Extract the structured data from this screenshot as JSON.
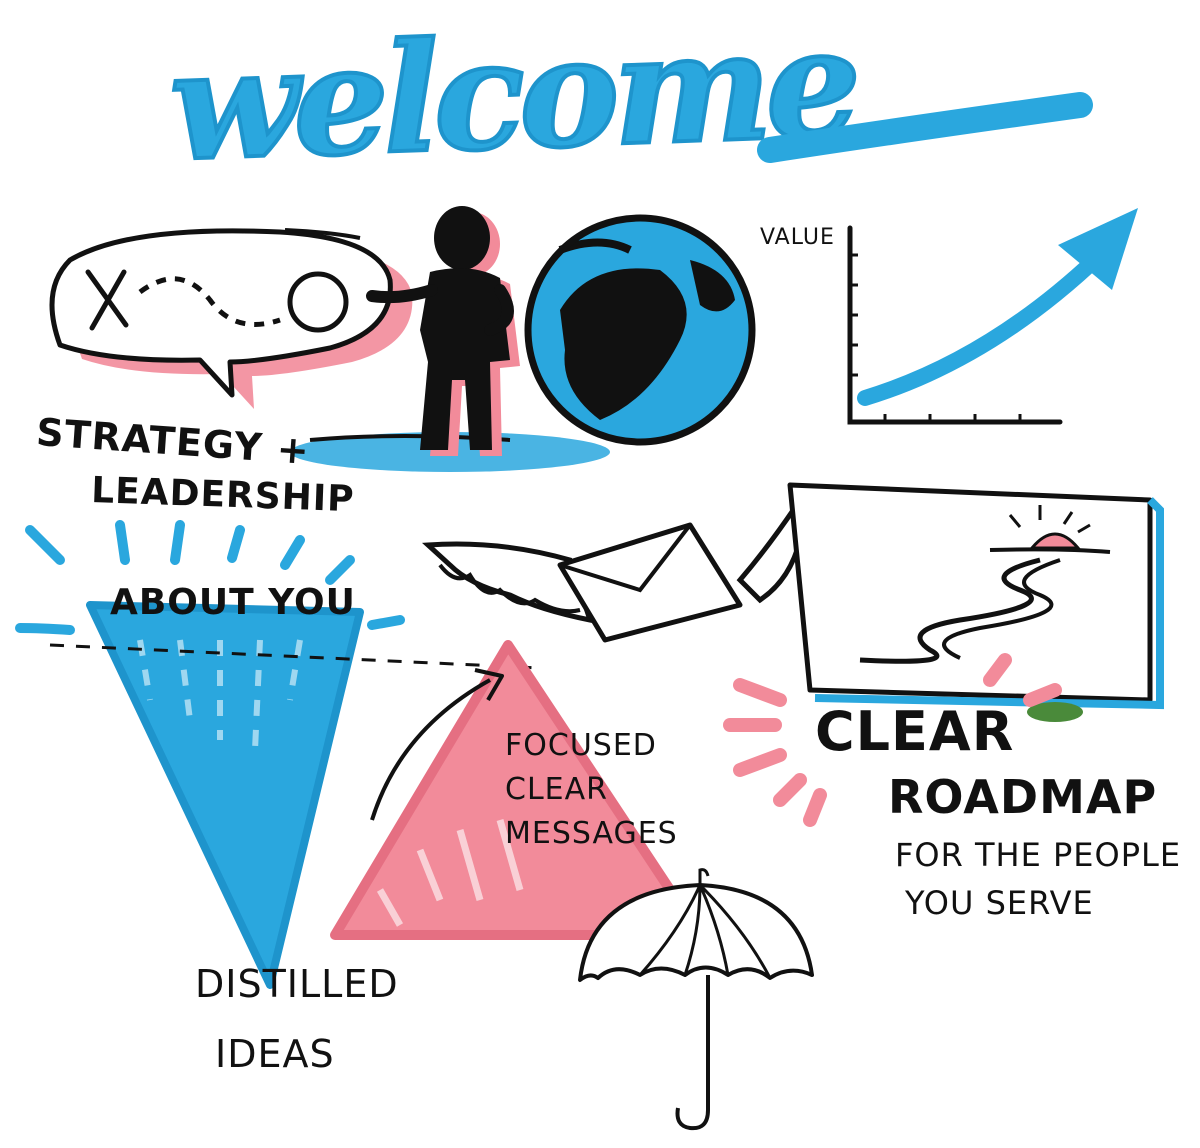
{
  "title": "welcome",
  "labels": {
    "strategy_line1": "STRATEGY +",
    "strategy_line2": "LEADERSHIP",
    "about_you": "ABOUT YOU",
    "value": "VALUE",
    "focused_line1": "FOCUSED",
    "focused_line2": "CLEAR",
    "focused_line3": "MESSAGES",
    "clear": "CLEAR",
    "roadmap": "ROADMAP",
    "people_line1": "FOR THE PEOPLE",
    "people_line2": "YOU SERVE",
    "distilled_line1": "DISTILLED",
    "distilled_line2": "IDEAS",
    "bubble_x": "X",
    "bubble_o": "O"
  },
  "colors": {
    "blue": "#2aa7de",
    "pink": "#f28b9a",
    "ink": "#111111",
    "green": "#4a8a3a"
  },
  "icons": [
    "speech-bubble-icon",
    "person-silhouette-icon",
    "globe-icon",
    "value-growth-chart-icon",
    "winged-envelope-icon",
    "landscape-road-picture-icon",
    "funnel-icon",
    "pyramid-icon",
    "umbrella-icon"
  ]
}
